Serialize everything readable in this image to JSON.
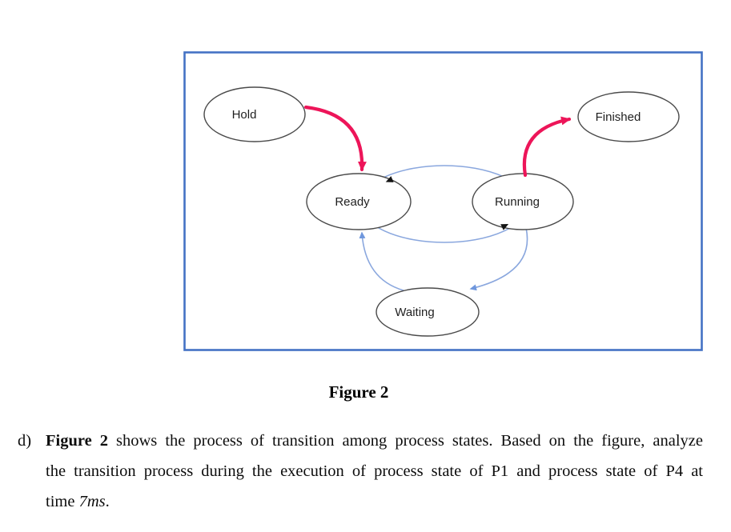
{
  "figure": {
    "caption": "Figure 2",
    "colors": {
      "border": "#4472C4",
      "cycle_arc": "#8AA7DE",
      "arrow_blue": "#6F97DD",
      "highlight_pink": "#ED1559",
      "node_stroke": "#4a4a4a",
      "arrowhead_black": "#141414"
    },
    "nodes": [
      {
        "id": "hold",
        "label": "Hold"
      },
      {
        "id": "finished",
        "label": "Finished"
      },
      {
        "id": "ready",
        "label": "Ready"
      },
      {
        "id": "running",
        "label": "Running"
      },
      {
        "id": "waiting",
        "label": "Waiting"
      }
    ],
    "edges": [
      {
        "from": "Hold",
        "to": "Ready",
        "style": "pink-bold-curve"
      },
      {
        "from": "Running",
        "to": "Finished",
        "style": "pink-bold-curve"
      },
      {
        "from": "Running",
        "to": "Ready",
        "style": "blue-cycle-top-arc"
      },
      {
        "from": "Ready",
        "to": "Running",
        "style": "blue-cycle-bottom-arc"
      },
      {
        "from": "Running",
        "to": "Waiting",
        "style": "blue-thin-curve"
      },
      {
        "from": "Waiting",
        "to": "Ready",
        "style": "blue-thin-curve"
      }
    ]
  },
  "question": {
    "marker": "d)",
    "line1_bold": "Figure 2",
    "line1_rest": " shows the process of transition among process states. Based on the figure, analyze",
    "line2": "the transition process during the execution of process state of P1 and process state of P4 at",
    "line3_pre": "time ",
    "line3_italic": "7ms",
    "line3_post": "."
  }
}
